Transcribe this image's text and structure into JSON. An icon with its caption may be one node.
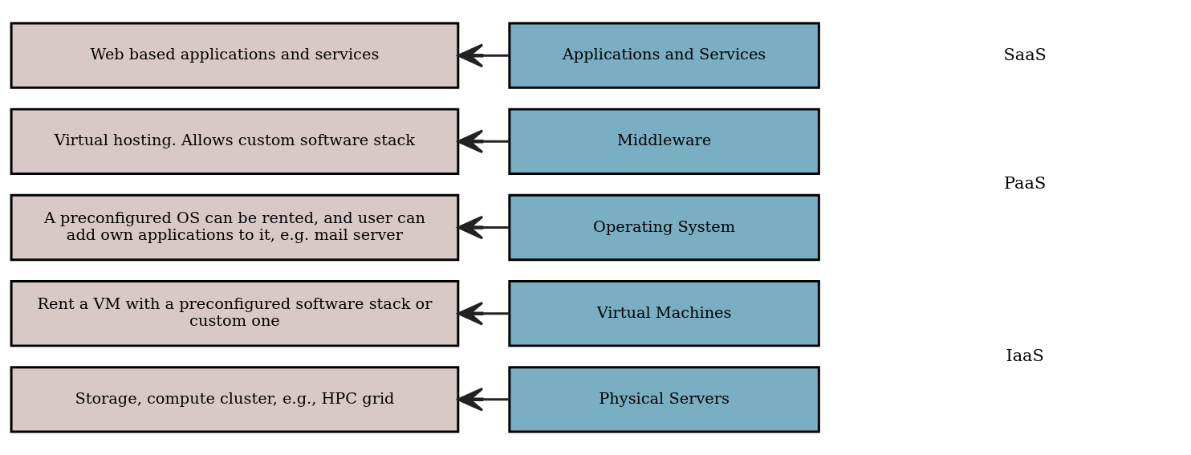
{
  "diagram": {
    "nodes": [
      {
        "text": [
          "Web based applications and services"
        ]
      },
      {
        "text": [
          "Applications and Services"
        ]
      },
      {
        "text": [
          "Virtual hosting. Allows custom software stack"
        ]
      },
      {
        "text": [
          "Middleware"
        ]
      },
      {
        "text": [
          "A preconfigured OS can be rented, and user can add own applications to it, e.g. mail server"
        ]
      },
      {
        "text": [
          "Operating System"
        ]
      },
      {
        "text": [
          "Rent a VM with a preconfigured software stack or custom one"
        ]
      },
      {
        "text": [
          "Virtual Machines"
        ]
      },
      {
        "text": [
          "Storage, compute cluster, e.g., HPC grid"
        ]
      },
      {
        "text": [
          "Physical Servers"
        ]
      }
    ],
    "edges": [
      {
        "from": 1,
        "to": 0,
        "arrow": "to"
      },
      {
        "from": 3,
        "to": 2,
        "arrow": "to"
      },
      {
        "from": 5,
        "to": 4,
        "arrow": "to"
      },
      {
        "from": 7,
        "to": 6,
        "arrow": "to"
      },
      {
        "from": 9,
        "to": 8,
        "arrow": "to"
      }
    ],
    "labels": [
      "SaaS",
      "PaaS",
      "IaaS"
    ]
  }
}
